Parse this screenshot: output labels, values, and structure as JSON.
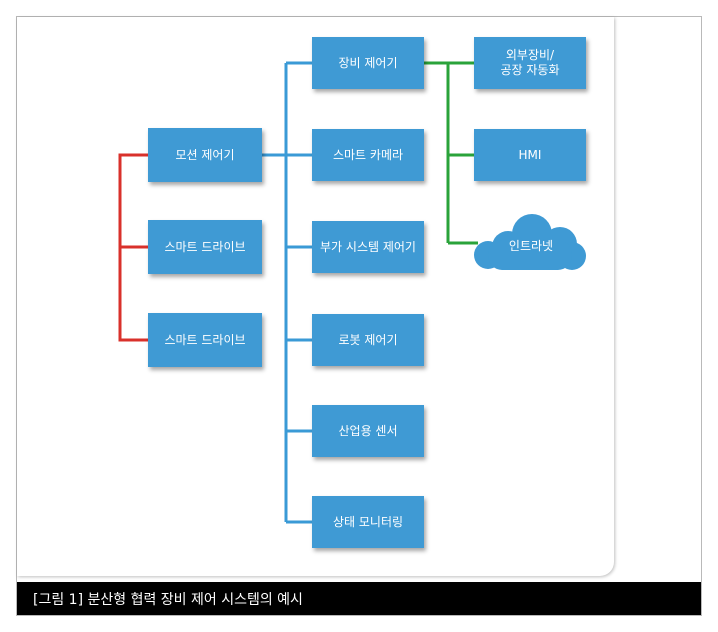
{
  "diagram": {
    "colors": {
      "node_fill": "#3f9ad4",
      "left_connector": "#d9312b",
      "center_connector": "#3a9ad6",
      "right_connector": "#2aa33a"
    },
    "left_nodes": [
      {
        "label": "모션 제어기"
      },
      {
        "label": "스마트 드라이브"
      },
      {
        "label": "스마트 드라이브"
      }
    ],
    "center_nodes": [
      {
        "label": "장비 제어기"
      },
      {
        "label": "스마트 카메라"
      },
      {
        "label": "부가 시스템 제어기"
      },
      {
        "label": "로봇 제어기"
      },
      {
        "label": "산업용 센서"
      },
      {
        "label": "상태 모니터링"
      }
    ],
    "right_nodes": [
      {
        "label": "외부장비/\n공장 자동화"
      },
      {
        "label": "HMI"
      }
    ],
    "cloud": {
      "label": "인트라넷",
      "icon": "cloud-icon"
    }
  },
  "caption": "[그림 1] 분산형 협력 장비 제어 시스템의 예시"
}
